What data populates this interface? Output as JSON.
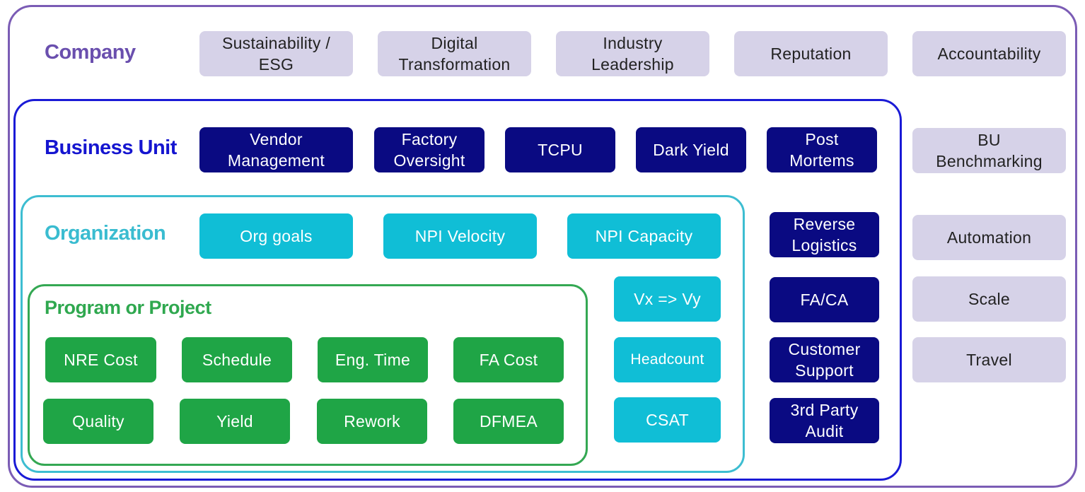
{
  "company": {
    "title": "Company",
    "items": [
      "Sustainability /\nESG",
      "Digital\nTransformation",
      "Industry\nLeadership",
      "Reputation",
      "Accountability",
      "BU\nBenchmarking",
      "Automation",
      "Scale",
      "Travel"
    ]
  },
  "business_unit": {
    "title": "Business Unit",
    "items": [
      "Vendor\nManagement",
      "Factory\nOversight",
      "TCPU",
      "Dark Yield",
      "Post\nMortems",
      "Reverse\nLogistics",
      "FA/CA",
      "Customer\nSupport",
      "3rd Party\nAudit"
    ]
  },
  "organization": {
    "title": "Organization",
    "items": [
      "Org goals",
      "NPI Velocity",
      "NPI Capacity",
      "Vx => Vy",
      "Headcount",
      "CSAT"
    ]
  },
  "program": {
    "title": "Program or Project",
    "items": [
      "NRE Cost",
      "Schedule",
      "Eng. Time",
      "FA Cost",
      "Quality",
      "Yield",
      "Rework",
      "DFMEA"
    ]
  },
  "colors": {
    "company_border": "#7b5cb5",
    "company_box": "#d6d2e8",
    "business_unit_border": "#1a1ad6",
    "business_unit_box": "#0a0a82",
    "organization_border": "#3dbdd1",
    "organization_box": "#10bed6",
    "program_border": "#34a853",
    "program_box": "#1fa546"
  }
}
